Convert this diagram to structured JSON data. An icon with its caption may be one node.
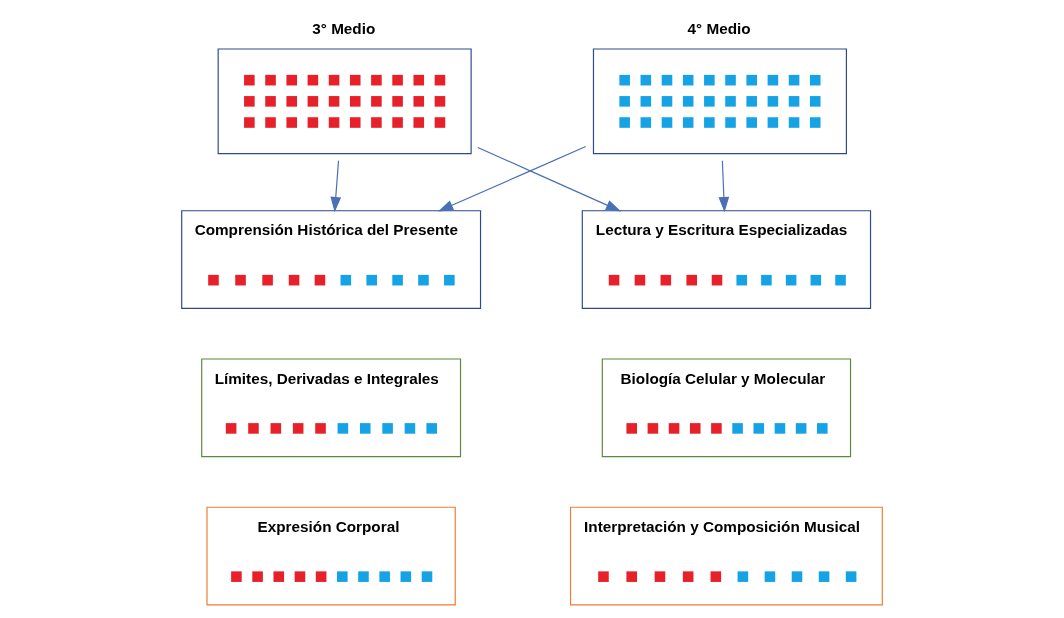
{
  "diagram": {
    "nodes": [
      {
        "text": [
          "3° Medio"
        ]
      },
      {
        "text": [
          "4° Medio"
        ]
      },
      {
        "text": [
          "Comprensión Histórica del Presente"
        ]
      },
      {
        "text": [
          "Lectura y Escritura Especializadas"
        ]
      },
      {
        "text": [
          "Límites, Derivadas e Integrales"
        ]
      },
      {
        "text": [
          "Biología Celular y Molecular"
        ]
      },
      {
        "text": [
          "Expresión Corporal"
        ]
      },
      {
        "text": [
          "Interpretación y Composición Musical"
        ]
      }
    ],
    "edges": [
      {
        "from": 0,
        "to": 2,
        "arrow": "to"
      },
      {
        "from": 0,
        "to": 3,
        "arrow": "to"
      },
      {
        "from": 1,
        "to": 2,
        "arrow": "to"
      },
      {
        "from": 1,
        "to": 3,
        "arrow": "to"
      }
    ]
  }
}
